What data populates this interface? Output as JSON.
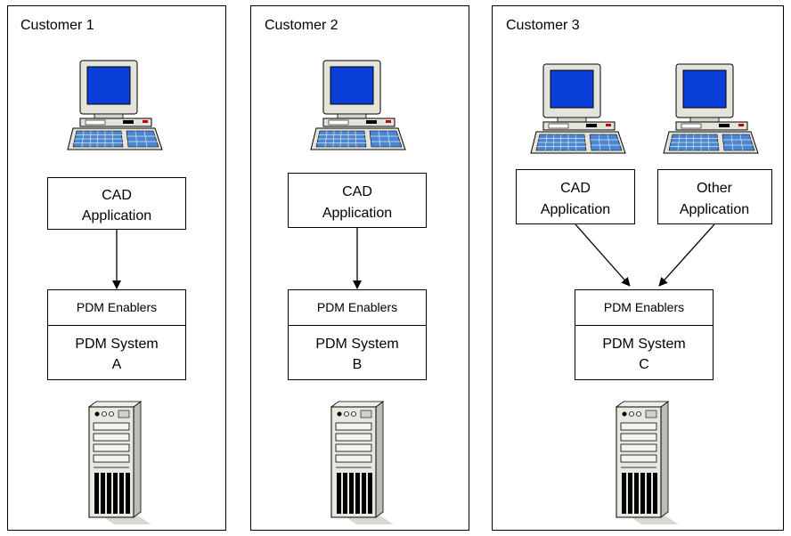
{
  "panels": [
    {
      "title": "Customer 1",
      "apps": [
        {
          "line1": "CAD",
          "line2": "Application"
        }
      ],
      "enablers": "PDM Enablers",
      "system": {
        "line1": "PDM System",
        "line2": "A"
      }
    },
    {
      "title": "Customer 2",
      "apps": [
        {
          "line1": "CAD",
          "line2": "Application"
        }
      ],
      "enablers": "PDM Enablers",
      "system": {
        "line1": "PDM System",
        "line2": "B"
      }
    },
    {
      "title": "Customer 3",
      "apps": [
        {
          "line1": "CAD",
          "line2": "Application"
        },
        {
          "line1": "Other",
          "line2": "Application"
        }
      ],
      "enablers": "PDM Enablers",
      "system": {
        "line1": "PDM System",
        "line2": "C"
      }
    }
  ],
  "icons": {
    "workstation": "desktop-computer-icon",
    "server": "server-tower-icon"
  },
  "colors": {
    "screen": "#0b3fd9",
    "beige": "#e8e8de",
    "keyboard": "#4a86d6",
    "outline": "#000000"
  }
}
